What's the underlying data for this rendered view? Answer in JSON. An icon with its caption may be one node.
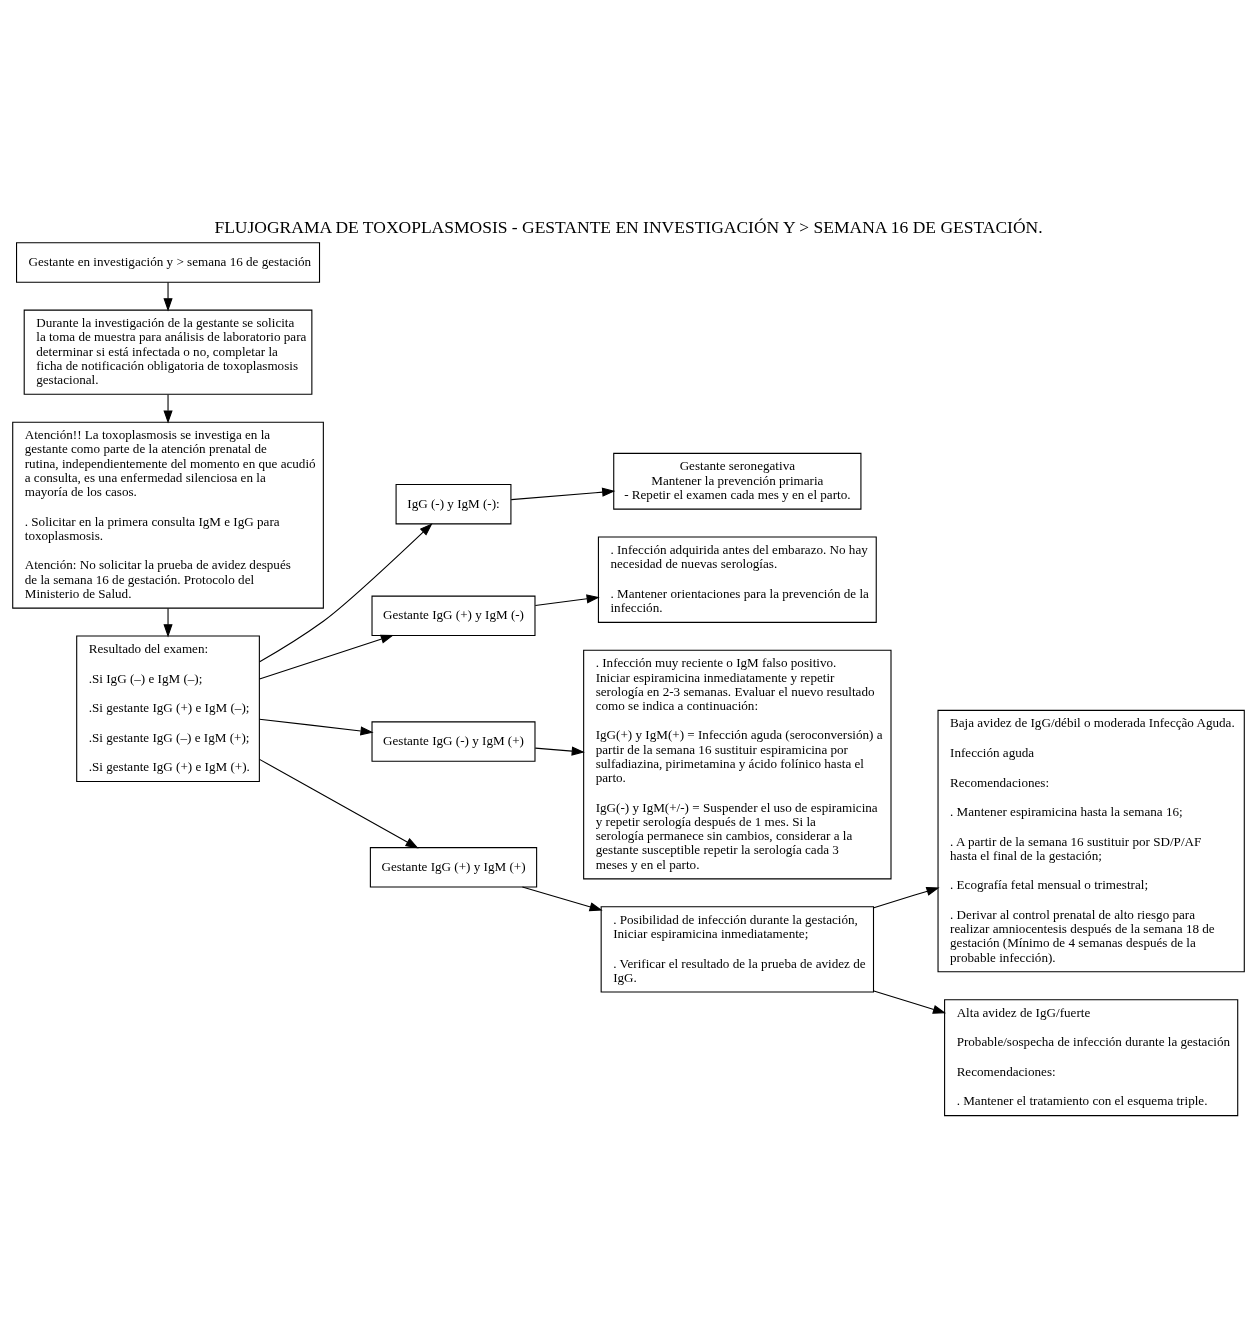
{
  "diagram": {
    "title": "FLUJOGRAMA DE TOXOPLASMOSIS - GESTANTE EN INVESTIGACIÓN Y > SEMANA 16 DE GESTACIÓN.",
    "nodes": [
      {
        "text": [
          "Gestante en investigación y > semana 16 de gestación"
        ]
      },
      {
        "text": [
          "Durante la investigación de la gestante se solicita la toma de muestra para análisis de laboratorio para determinar si está infectada o no, completar la ficha de notificación obligatoria de toxoplasmosis gestacional."
        ]
      },
      {
        "text": [
          "Atención!! La toxoplasmosis se investiga en la gestante como parte de la atención prenatal de rutina, independientemente del momento en que acudió a consulta, es una enfermedad silenciosa en la mayoría de los casos.",
          ". Solicitar en la primera consulta IgM e IgG para toxoplasmosis.",
          "Atención: No solicitar la prueba de avidez después de la semana 16 de gestación. Protocolo del Ministerio de Salud."
        ]
      },
      {
        "text": [
          "Resultado del examen:",
          ".Si IgG (–) e IgM (–);",
          ".Si gestante IgG (+) e IgM (–);",
          ".Si gestante IgG (–) e IgM (+);",
          ".Si gestante IgG (+) e IgM (+)."
        ]
      },
      {
        "text": [
          "IgG (-) y IgM (-):"
        ]
      },
      {
        "text": [
          "Gestante seronegativa",
          "Mantener la prevención primaria",
          "- Repetir el examen cada mes y en el parto."
        ]
      },
      {
        "text": [
          "Gestante IgG (+) y IgM (-)"
        ]
      },
      {
        "text": [
          ". Infección adquirida antes del embarazo. No hay necesidad de nuevas serologías.",
          ". Mantener orientaciones para la prevención de la infección."
        ]
      },
      {
        "text": [
          "Gestante IgG (-) y IgM (+)"
        ]
      },
      {
        "text": [
          ". Infección muy reciente o IgM falso positivo. Iniciar espiramicina inmediatamente y repetir serología en 2-3 semanas. Evaluar el nuevo resultado como se indica a continuación:",
          "IgG(+) y IgM(+) = Infección aguda (seroconversión) a partir de la semana 16 sustituir espiramicina por sulfadiazina, pirimetamina y ácido folínico hasta el parto.",
          "IgG(-) y IgM(+/-) = Suspender el uso de espiramicina y repetir serología después de 1 mes. Si la serología permanece sin cambios, considerar a la gestante susceptible repetir la serología cada 3 meses y en el parto."
        ]
      },
      {
        "text": [
          "Gestante IgG (+) y IgM (+)"
        ]
      },
      {
        "text": [
          ". Posibilidad de infección durante la gestación, Iniciar espiramicina inmediatamente;",
          ". Verificar el resultado de la prueba de avidez de IgG."
        ]
      },
      {
        "text": [
          "Baja avidez de IgG/débil o moderada Infecção Aguda.",
          "Infección aguda",
          "Recomendaciones:",
          ". Mantener espiramicina hasta la semana 16;",
          ". A partir de la semana 16 sustituir por SD/P/AF hasta el final de la gestación;",
          ". Ecografía fetal mensual o trimestral;",
          ". Derivar al control prenatal de alto riesgo para realizar amniocentesis después de la semana 18 de gestación (Mínimo de 4 semanas después de la probable infección)."
        ]
      },
      {
        "text": [
          "Alta avidez de IgG/fuerte",
          "Probable/sospecha de infección durante la gestación",
          "Recomendaciones:",
          ". Mantener el tratamiento con el esquema triple."
        ]
      }
    ],
    "edges": [
      {
        "from": 0,
        "to": 1,
        "arrow": "to"
      },
      {
        "from": 1,
        "to": 2,
        "arrow": "to"
      },
      {
        "from": 2,
        "to": 3,
        "arrow": "to"
      },
      {
        "from": 3,
        "to": 4,
        "arrow": "to"
      },
      {
        "from": 3,
        "to": 6,
        "arrow": "to"
      },
      {
        "from": 3,
        "to": 8,
        "arrow": "to"
      },
      {
        "from": 3,
        "to": 10,
        "arrow": "to"
      },
      {
        "from": 4,
        "to": 5,
        "arrow": "to"
      },
      {
        "from": 6,
        "to": 7,
        "arrow": "to"
      },
      {
        "from": 8,
        "to": 9,
        "arrow": "to"
      },
      {
        "from": 10,
        "to": 11,
        "arrow": "to"
      },
      {
        "from": 11,
        "to": 12,
        "arrow": "to"
      },
      {
        "from": 11,
        "to": 13,
        "arrow": "to"
      }
    ]
  }
}
